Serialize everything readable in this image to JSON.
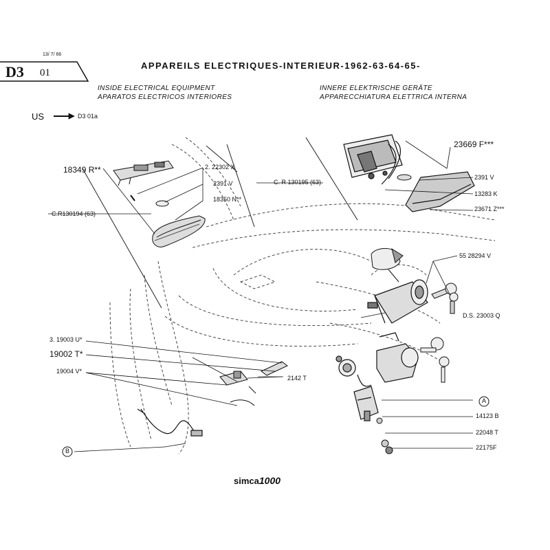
{
  "header": {
    "code": "D3",
    "code_suffix": "01",
    "date": "13/ 7/ 66",
    "title": "APPAREILS ELECTRIQUES-INTERIEUR-1962-63-64-65-",
    "subtitle_en": "INSIDE ELECTRICAL EQUIPMENT",
    "subtitle_es": "APARATOS ELECTRICOS INTERIORES",
    "subtitle_de": "INNERE ELEKTRISCHE GERÄTE",
    "subtitle_it": "APPARECCHIATURA ELETTRICA INTERNA"
  },
  "us_ref": {
    "label": "US",
    "target": "D3 01a"
  },
  "part_labels": {
    "p18349": "18349 R**",
    "p22302": "2. 22302 X",
    "p2391a": "2391   V",
    "p18350": "18350   N**",
    "c130194": "C.R130194 (63)",
    "c130195": "C. R 130195 (63)",
    "p23669": "23669 F***",
    "p2391b": "2391  V",
    "p13283": "13283 K",
    "p23671": "23671 Z***",
    "p28294": "55 28294   V",
    "p23003": "D.S. 23003 Q",
    "p19003": "3. 19003 U*",
    "p19002": "19002 T*",
    "p19004": "19004 V*",
    "p2142": "2142 T",
    "p14123": "14123  B",
    "p22048": "22048 T",
    "p22175": "22175F"
  },
  "callouts": {
    "a": "A",
    "b": "B"
  },
  "footer": {
    "brand": "simca",
    "model": "1000"
  }
}
